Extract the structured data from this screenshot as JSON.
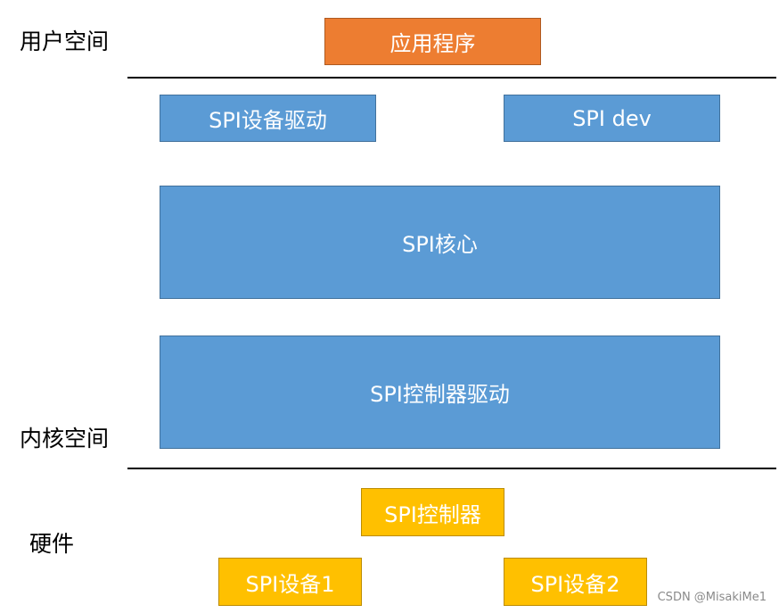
{
  "layers": {
    "user_space": "用户空间",
    "kernel_space": "内核空间",
    "hardware": "硬件"
  },
  "boxes": {
    "app": "应用程序",
    "spi_device_driver": "SPI设备驱动",
    "spi_dev": "SPI dev",
    "spi_core": "SPI核心",
    "spi_controller_driver": "SPI控制器驱动",
    "spi_controller": "SPI控制器",
    "spi_device_1": "SPI设备1",
    "spi_device_2": "SPI设备2"
  },
  "watermark": "CSDN @MisakiMe1",
  "colors": {
    "application": "#ED7D31",
    "kernel": "#5B9BD5",
    "hardware": "#FFC000",
    "text_on_box": "#FFFFFF"
  }
}
